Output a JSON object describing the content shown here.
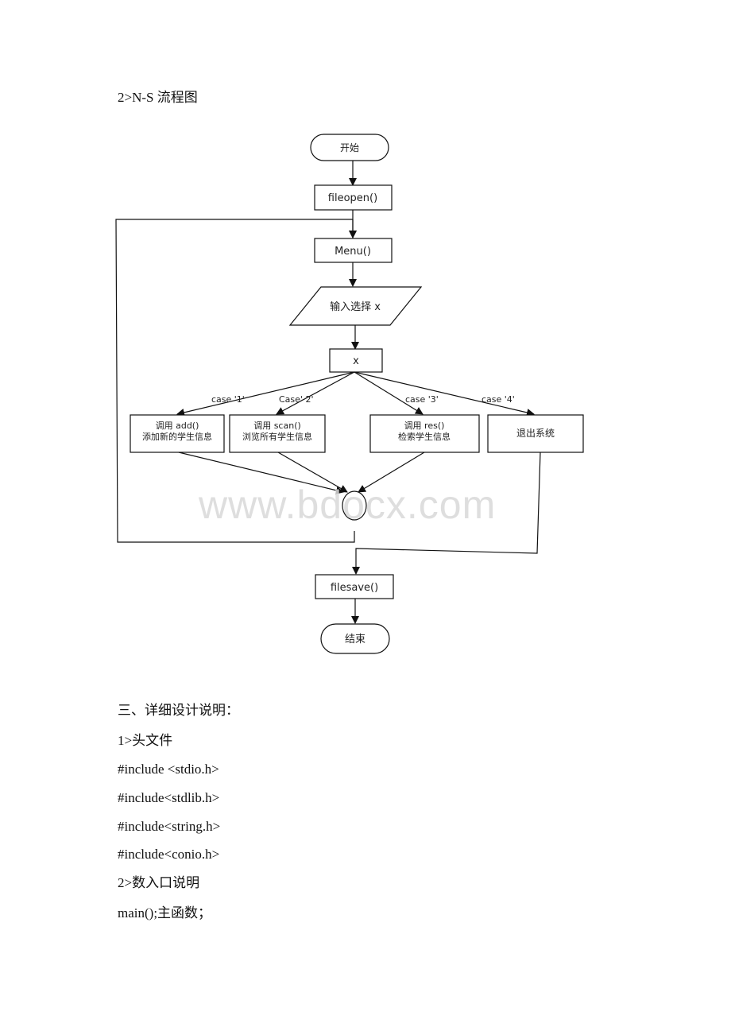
{
  "doc": {
    "section_heading": "2>N-S 流程图",
    "detail_heading": "三、详细设计说明：",
    "sub1_heading": "1>头文件",
    "includes": [
      "#include <stdio.h>",
      "#include<stdlib.h>",
      "#include<string.h>",
      "#include<conio.h>"
    ],
    "sub2_heading": "2>数入口说明",
    "main_desc": "main();主函数；"
  },
  "flowchart": {
    "start": "开始",
    "fileopen": "fileopen()",
    "menu": "Menu()",
    "input": "输入选择 x",
    "switch": "x",
    "cases": [
      "case '1'",
      "Case' 2'",
      "case '3'",
      "case '4'"
    ],
    "box_add": [
      "调用 add()",
      "添加新的学生信息"
    ],
    "box_scan": [
      "调用 scan()",
      "浏览所有学生信息"
    ],
    "box_res": [
      "调用 res()",
      "检索学生信息"
    ],
    "box_exit": "退出系统",
    "filesave": "filesave()",
    "end": "结束"
  },
  "watermark": "www.bdocx.com"
}
